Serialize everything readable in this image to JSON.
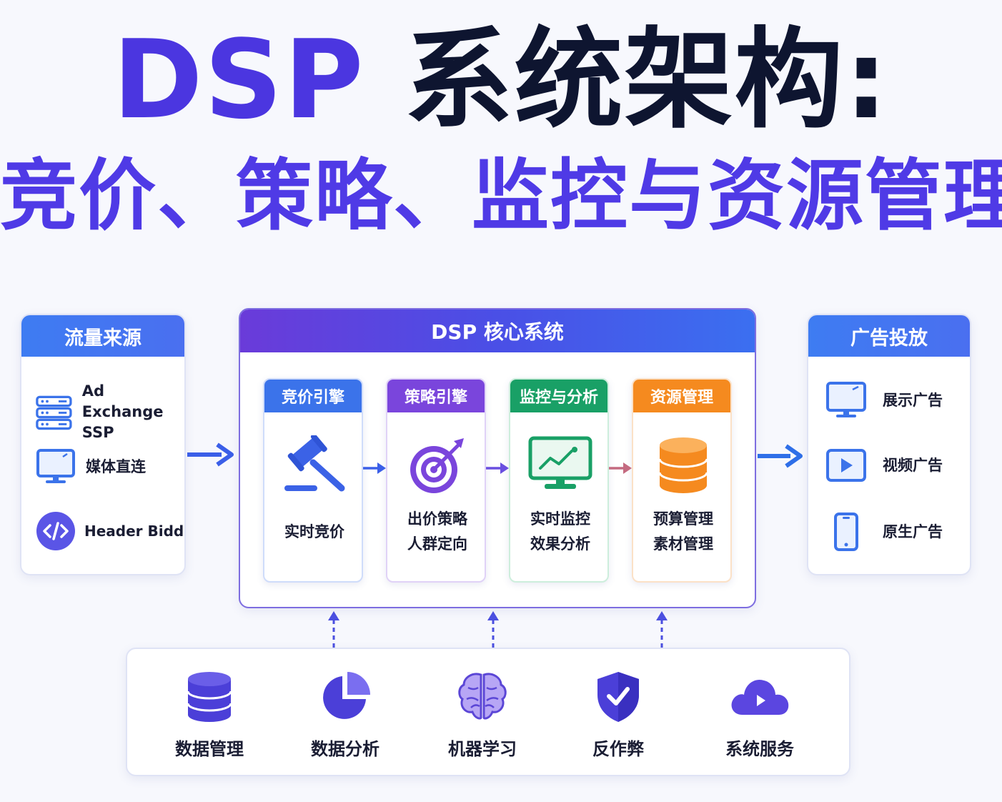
{
  "title": {
    "line1_dsp": "DSP",
    "line1_rest": "系统架构:",
    "line2": "竞价、策略、监控与资源管理"
  },
  "traffic": {
    "header": "流量来源",
    "items": [
      {
        "icon": "server-stack-icon",
        "line1": "Ad Exchange",
        "line2": "SSP"
      },
      {
        "icon": "monitor-icon",
        "line1": "媒体直连"
      },
      {
        "icon": "code-icon",
        "line1": "Header Bidding"
      }
    ]
  },
  "core": {
    "header": "DSP 核心系统",
    "modules": [
      {
        "title": "竞价引擎",
        "icon": "gavel-icon",
        "lines": [
          "实时竞价"
        ],
        "color": "#3b73ea"
      },
      {
        "title": "策略引擎",
        "icon": "target-icon",
        "lines": [
          "出价策略",
          "人群定向"
        ],
        "color": "#7a45dc"
      },
      {
        "title": "监控与分析",
        "icon": "chart-monitor-icon",
        "lines": [
          "实时监控",
          "效果分析"
        ],
        "color": "#19a066"
      },
      {
        "title": "资源管理",
        "icon": "database-icon",
        "lines": [
          "预算管理",
          "素材管理"
        ],
        "color": "#f58a1f"
      }
    ]
  },
  "delivery": {
    "header": "广告投放",
    "items": [
      {
        "icon": "display-ad-icon",
        "label": "展示广告"
      },
      {
        "icon": "video-ad-icon",
        "label": "视频广告"
      },
      {
        "icon": "native-ad-icon",
        "label": "原生广告"
      }
    ]
  },
  "support": {
    "items": [
      {
        "icon": "database-icon",
        "label": "数据管理"
      },
      {
        "icon": "pie-chart-icon",
        "label": "数据分析"
      },
      {
        "icon": "brain-icon",
        "label": "机器学习"
      },
      {
        "icon": "shield-icon",
        "label": "反作弊"
      },
      {
        "icon": "cloud-icon",
        "label": "系统服务"
      }
    ]
  },
  "colors": {
    "accent": "#4b36e0",
    "blue": "#3b73ea",
    "purple": "#7a45dc",
    "green": "#19a066",
    "orange": "#f58a1f"
  }
}
